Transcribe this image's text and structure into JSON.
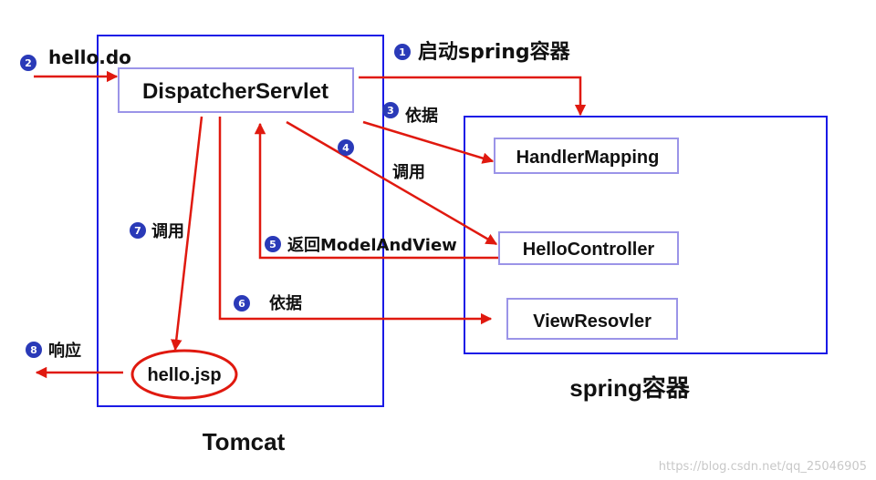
{
  "containers": {
    "tomcat": {
      "label": "Tomcat"
    },
    "spring": {
      "label": "spring容器"
    }
  },
  "components": {
    "dispatcher_servlet": "DispatcherServlet",
    "handler_mapping": "HandlerMapping",
    "hello_controller": "HelloController",
    "view_resolver": "ViewResovler",
    "hello_jsp": "hello.jsp"
  },
  "steps": [
    {
      "number": "1",
      "label": "启动spring容器"
    },
    {
      "number": "2",
      "label": "hello.do"
    },
    {
      "number": "3",
      "label": "依据"
    },
    {
      "number": "4",
      "label": "调用"
    },
    {
      "number": "5",
      "label": "返回ModelAndView"
    },
    {
      "number": "6",
      "label": "依据"
    },
    {
      "number": "7",
      "label": "调用"
    },
    {
      "number": "8",
      "label": "响应"
    }
  ],
  "watermark": "https://blog.csdn.net/qq_25046905",
  "colors": {
    "container_border": "#1a1ae6",
    "component_border": "#9b94e8",
    "arrow": "#e0190f",
    "badge": "#2a3ab8"
  }
}
